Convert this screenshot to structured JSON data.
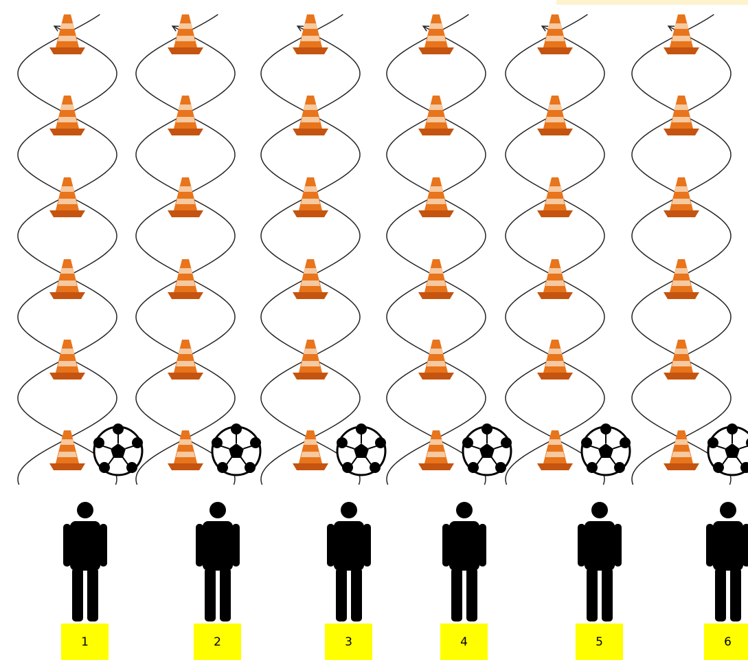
{
  "lanes": [
    {
      "label": "1"
    },
    {
      "label": "2"
    },
    {
      "label": "3"
    },
    {
      "label": "4"
    },
    {
      "label": "5"
    },
    {
      "label": "6"
    }
  ],
  "cones_per_lane": 6,
  "balls_per_lane": 1,
  "players_per_lane": 1,
  "icons": {
    "cone": "traffic-cone-icon",
    "ball": "soccer-ball-icon",
    "player": "person-icon",
    "path": "weaving-path-arrow"
  },
  "colors": {
    "cone_orange": "#e8741c",
    "cone_stripe": "#f6c9a0",
    "label_background": "#ffff00",
    "corner_box": "#fdf3cf",
    "path_line": "#222222",
    "player": "#000000"
  }
}
